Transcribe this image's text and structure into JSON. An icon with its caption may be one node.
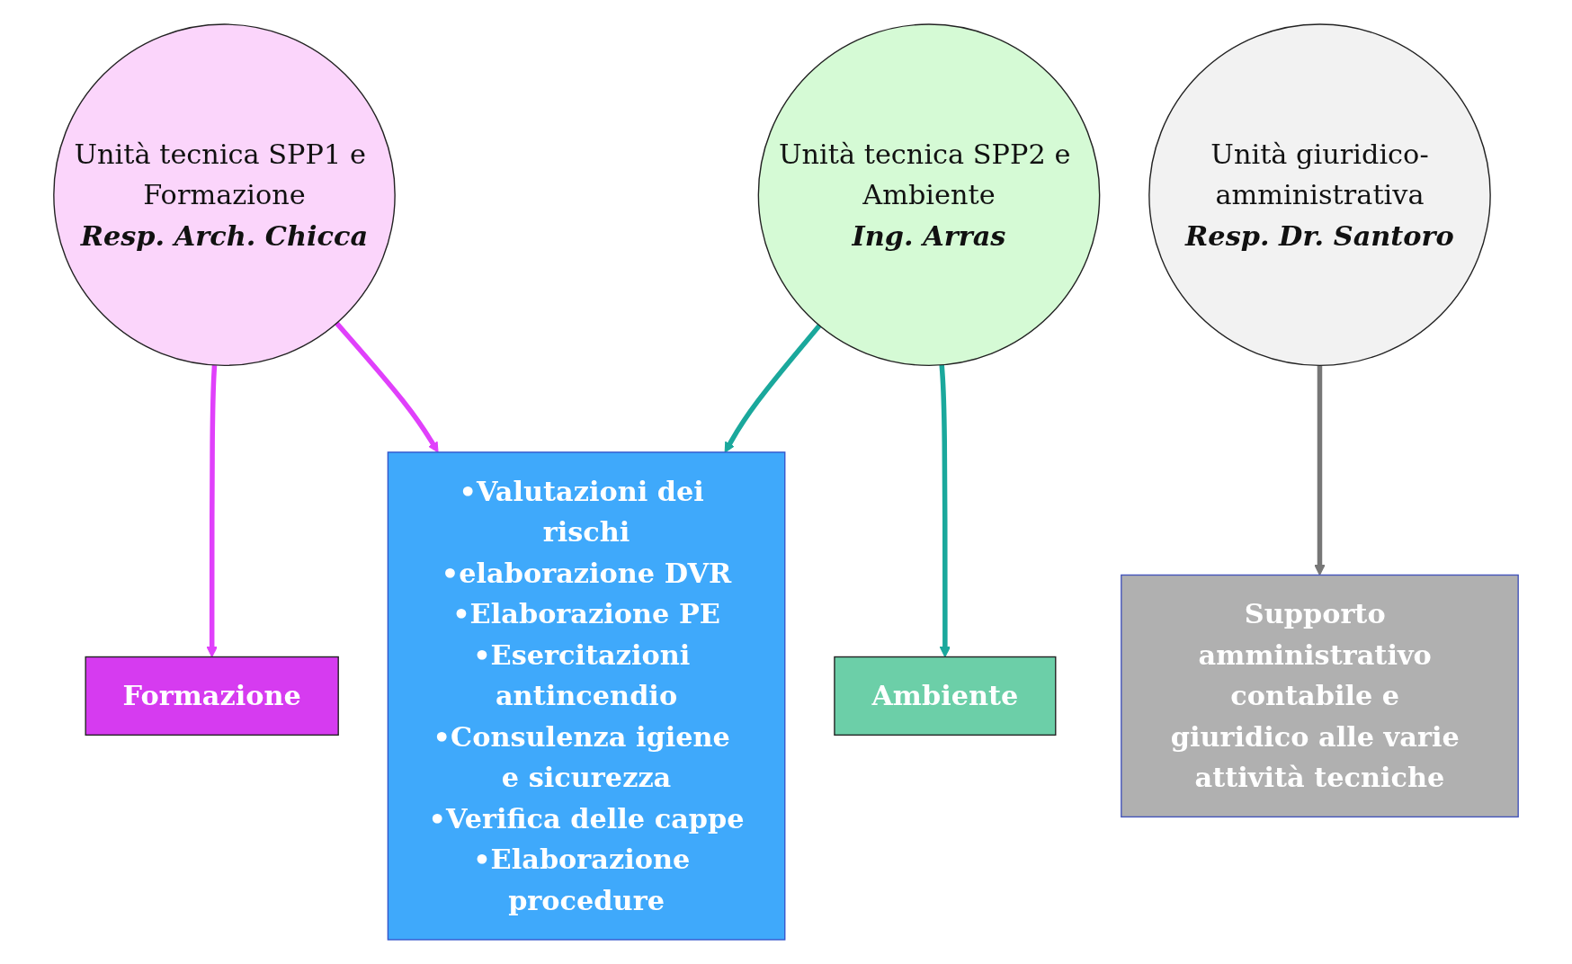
{
  "diagram": {
    "nodes": [
      {
        "text": [
          "Unità tecnica SPP1 e Formazione",
          "Resp. Arch. Chicca"
        ]
      },
      {
        "text": [
          "Unità tecnica SPP2 e Ambiente",
          "Ing. Arras"
        ]
      },
      {
        "text": [
          "Unità giuridico-amministrativa",
          "Resp. Dr. Santoro"
        ]
      },
      {
        "text": [
          "Formazione"
        ]
      },
      {
        "text": [
          "•Valutazioni dei rischi",
          "•elaborazione DVR",
          "•Elaborazione PE",
          "•Esercitazioni antincendio",
          "•Consulenza igiene e sicurezza",
          "•Verifica delle cappe",
          "•Elaborazione procedure"
        ]
      },
      {
        "text": [
          "Ambiente"
        ]
      },
      {
        "text": [
          "Supporto amministrativo contabile e giuridico alle varie attività tecniche"
        ]
      }
    ],
    "edges": [
      {
        "from": 0,
        "to": 3,
        "arrow": "to",
        "color": "#e040fb"
      },
      {
        "from": 0,
        "to": 4,
        "arrow": "to",
        "color": "#e040fb"
      },
      {
        "from": 1,
        "to": 4,
        "arrow": "to",
        "color": "#1aa89c"
      },
      {
        "from": 1,
        "to": 5,
        "arrow": "to",
        "color": "#1aa89c"
      },
      {
        "from": 2,
        "to": 6,
        "arrow": "to",
        "color": "#777777"
      }
    ]
  }
}
